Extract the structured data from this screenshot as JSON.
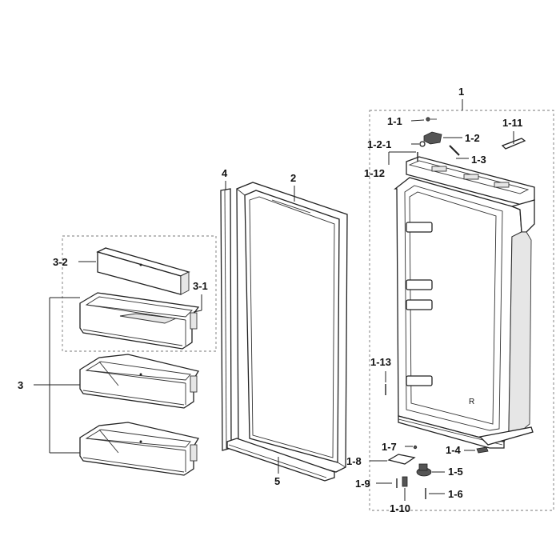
{
  "labels": {
    "l1": "1",
    "l1_1": "1-1",
    "l1_2": "1-2",
    "l1_2_1": "1-2-1",
    "l1_3": "1-3",
    "l1_4": "1-4",
    "l1_5": "1-5",
    "l1_6": "1-6",
    "l1_7": "1-7",
    "l1_8": "1-8",
    "l1_9": "1-9",
    "l1_10": "1-10",
    "l1_11": "1-11",
    "l1_12": "1-12",
    "l1_13": "1-13",
    "l2": "2",
    "l3": "3",
    "l3_1": "3-1",
    "l3_2": "3-2",
    "l4": "4",
    "l5": "5",
    "mark_r": "R"
  }
}
